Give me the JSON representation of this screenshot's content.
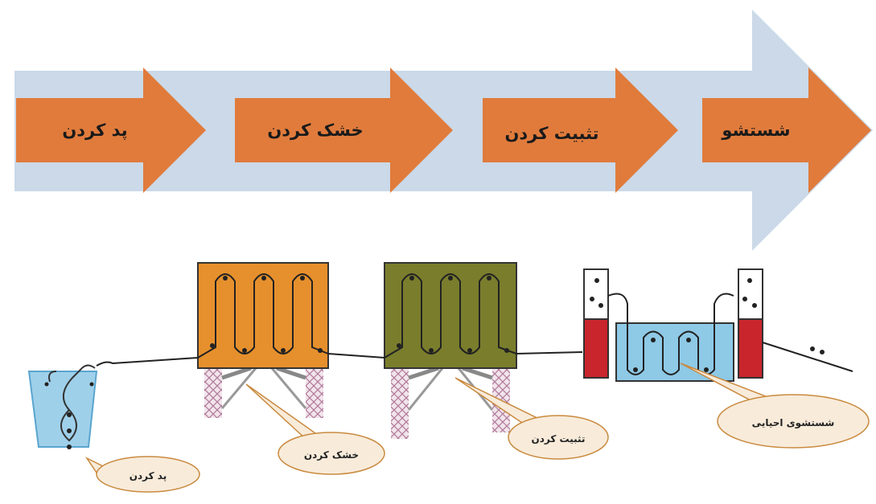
{
  "process": {
    "steps": [
      {
        "label": "پد کردن"
      },
      {
        "label": "خشک کردن"
      },
      {
        "label": "تثبیت کردن"
      },
      {
        "label": "شستشو"
      }
    ]
  },
  "illustration": {
    "callouts": [
      {
        "label": "پد کردن"
      },
      {
        "label": "خشک کردن"
      },
      {
        "label": "تثبیت کردن"
      },
      {
        "label": "شستشوی احیایی"
      }
    ]
  },
  "colors": {
    "arrow_fill": "#e07b3c",
    "band_fill": "#cbd9e8",
    "dryer_fill": "#e6902d",
    "fixer_fill": "#7a7d2c",
    "wash_tank_fill": "#8ec9e6",
    "red_column": "#c8252c",
    "callout_fill": "#f8ebda",
    "callout_stroke": "#c98a3f"
  }
}
